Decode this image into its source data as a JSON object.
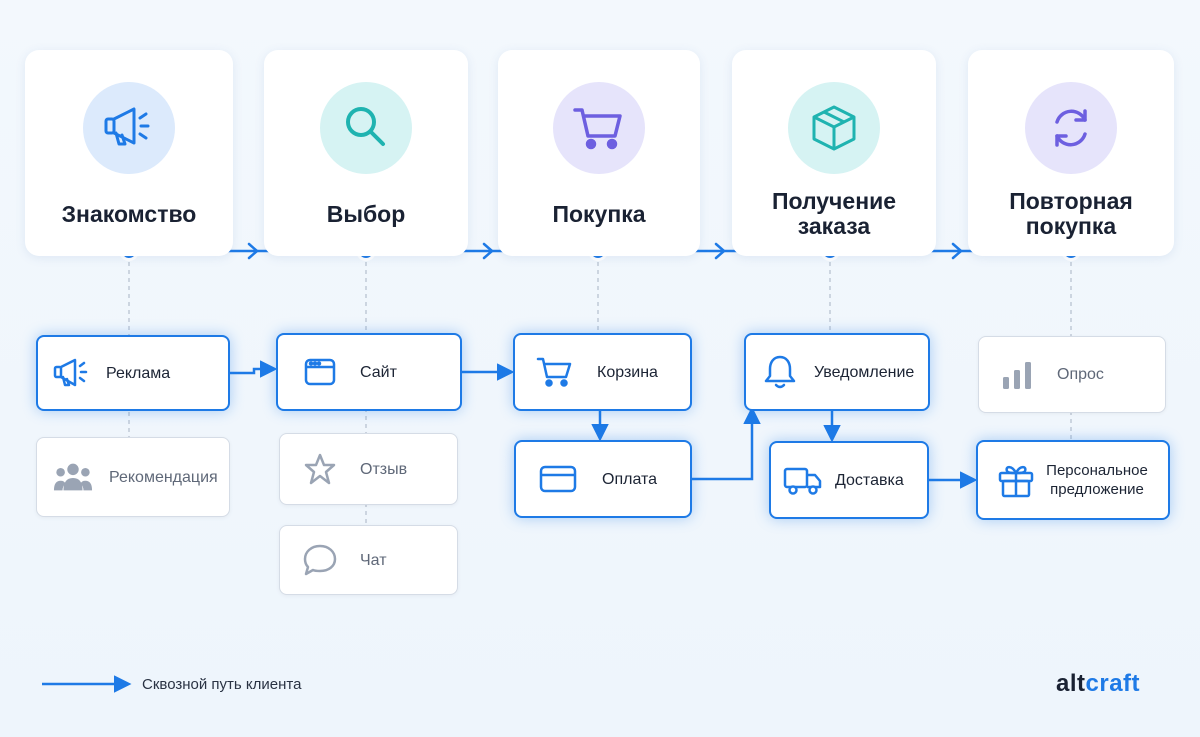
{
  "colors": {
    "accent": "#1e7ae6",
    "muted": "#9aa4b4",
    "text": "#1c2434"
  },
  "stages": [
    {
      "title": "Знакомство",
      "icon": "megaphone-icon"
    },
    {
      "title": "Выбор",
      "icon": "search-icon"
    },
    {
      "title": "Покупка",
      "icon": "cart-icon"
    },
    {
      "title": "Получение\nзаказа",
      "icon": "box-icon"
    },
    {
      "title": "Повторная\nпокупка",
      "icon": "refresh-icon"
    }
  ],
  "nodes": {
    "reklama": {
      "label": "Реклама",
      "icon": "megaphone-icon"
    },
    "rekomendaciya": {
      "label": "Рекомендация",
      "icon": "people-icon"
    },
    "sait": {
      "label": "Сайт",
      "icon": "browser-icon"
    },
    "otzyv": {
      "label": "Отзыв",
      "icon": "star-icon"
    },
    "chat": {
      "label": "Чат",
      "icon": "chat-bubble-icon"
    },
    "korzina": {
      "label": "Корзина",
      "icon": "cart-icon"
    },
    "oplata": {
      "label": "Оплата",
      "icon": "credit-card-icon"
    },
    "uvedomlenie": {
      "label": "Уведомление",
      "icon": "bell-icon"
    },
    "dostavka": {
      "label": "Доставка",
      "icon": "truck-icon"
    },
    "opros": {
      "label": "Опрос",
      "icon": "bar-chart-icon"
    },
    "predlozhenie": {
      "label": "Персональное\nпредложение",
      "icon": "gift-icon"
    }
  },
  "legend": {
    "label": "Сквозной путь клиента"
  },
  "logo": {
    "part1": "alt",
    "part2": "craft"
  }
}
